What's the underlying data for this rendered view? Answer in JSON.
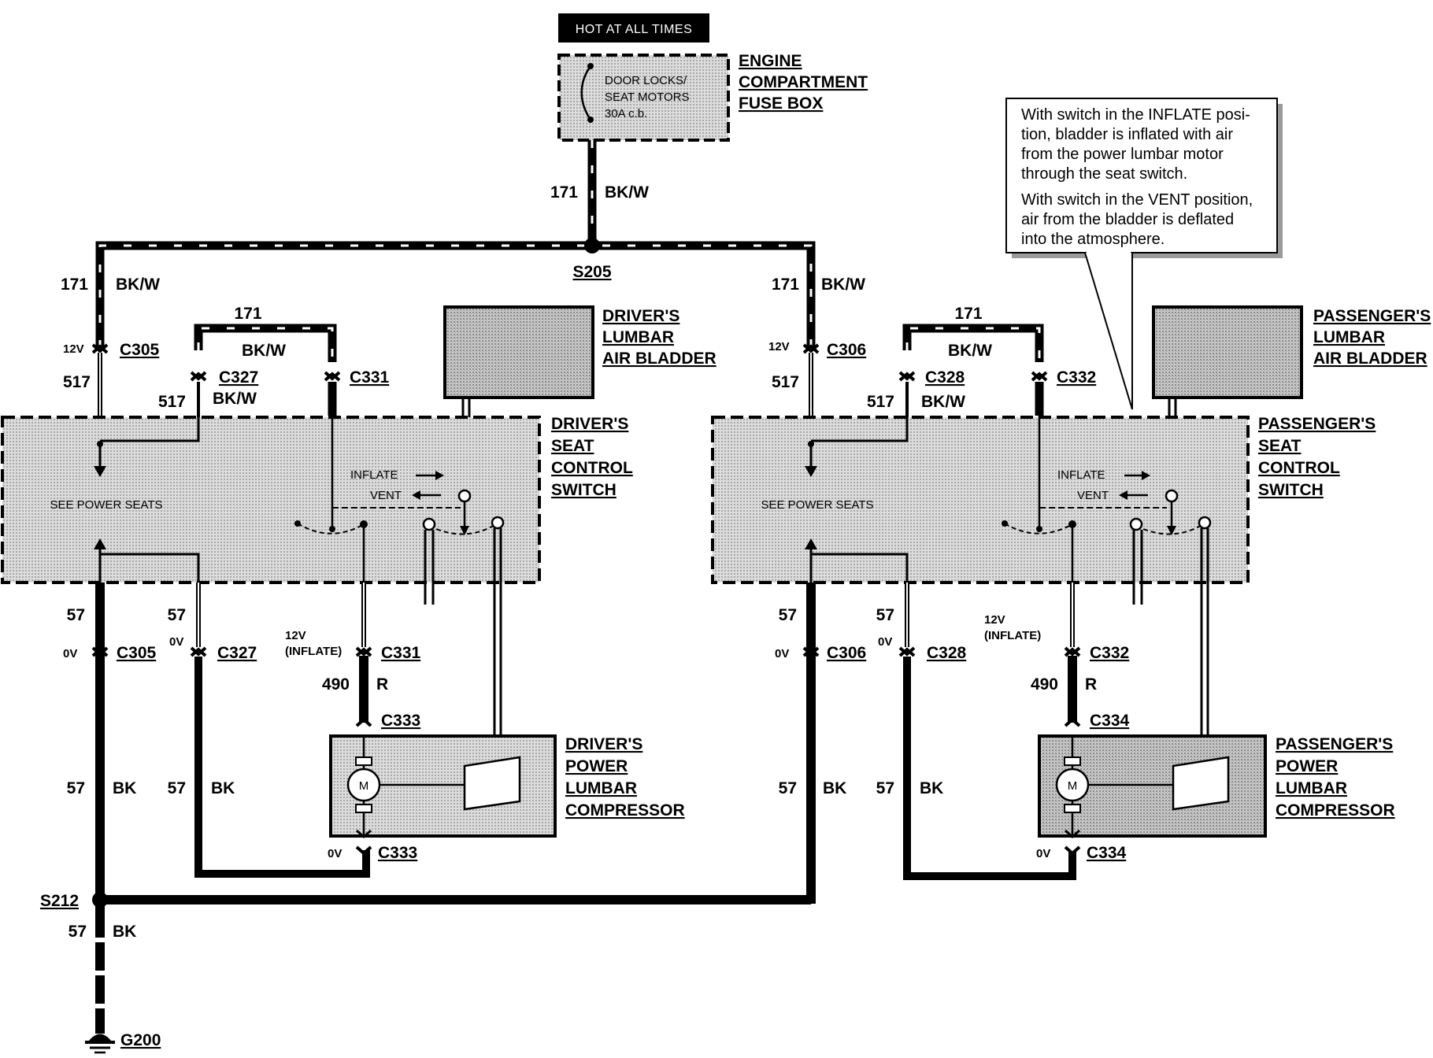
{
  "top": {
    "hot_label": "HOT AT ALL TIMES",
    "fuse_box_title": [
      "ENGINE",
      "COMPARTMENT",
      "FUSE BOX"
    ],
    "breaker_label": [
      "DOOR LOCKS/",
      "SEAT MOTORS",
      "30A c.b."
    ],
    "feed_circuit": "171",
    "feed_color": "BK/W",
    "splice": "S205"
  },
  "note": {
    "lines": [
      "With switch in the INFLATE posi-",
      "tion, bladder is inflated with air",
      "from the power lumbar motor",
      "through the seat switch.",
      "With switch in the VENT position,",
      "air from the bladder is deflated",
      "into the atmosphere."
    ]
  },
  "driver": {
    "circuit_171": "171",
    "color_bkw": "BK/W",
    "volt_12": "12V",
    "c305": "C305",
    "c327": "C327",
    "c331": "C331",
    "c333": "C333",
    "circuit_517": "517",
    "bladder_title": [
      "DRIVER'S",
      "LUMBAR",
      "AIR BLADDER"
    ],
    "switch_title": [
      "DRIVER'S",
      "SEAT",
      "CONTROL",
      "SWITCH"
    ],
    "inflate": "INFLATE",
    "vent": "VENT",
    "see_power_seats": "SEE POWER SEATS",
    "circuit_57": "57",
    "volt_0": "0V",
    "volt_12_inflate": [
      "12V",
      "(INFLATE)"
    ],
    "circuit_490": "490",
    "color_r": "R",
    "color_bk": "BK",
    "compressor_title": [
      "DRIVER'S",
      "POWER",
      "LUMBAR",
      "COMPRESSOR"
    ],
    "motor": "M"
  },
  "passenger": {
    "circuit_171": "171",
    "color_bkw": "BK/W",
    "volt_12": "12V",
    "c306": "C306",
    "c328": "C328",
    "c332": "C332",
    "c334": "C334",
    "circuit_517": "517",
    "bladder_title": [
      "PASSENGER'S",
      "LUMBAR",
      "AIR BLADDER"
    ],
    "switch_title": [
      "PASSENGER'S",
      "SEAT",
      "CONTROL",
      "SWITCH"
    ],
    "inflate": "INFLATE",
    "vent": "VENT",
    "see_power_seats": "SEE POWER SEATS",
    "circuit_57": "57",
    "volt_0": "0V",
    "volt_12_inflate": [
      "12V",
      "(INFLATE)"
    ],
    "circuit_490": "490",
    "color_r": "R",
    "color_bk": "BK",
    "compressor_title": [
      "PASSENGER'S",
      "POWER",
      "LUMBAR",
      "COMPRESSOR"
    ],
    "motor": "M"
  },
  "ground": {
    "splice": "S212",
    "circuit": "57",
    "color": "BK",
    "ground": "G200"
  }
}
